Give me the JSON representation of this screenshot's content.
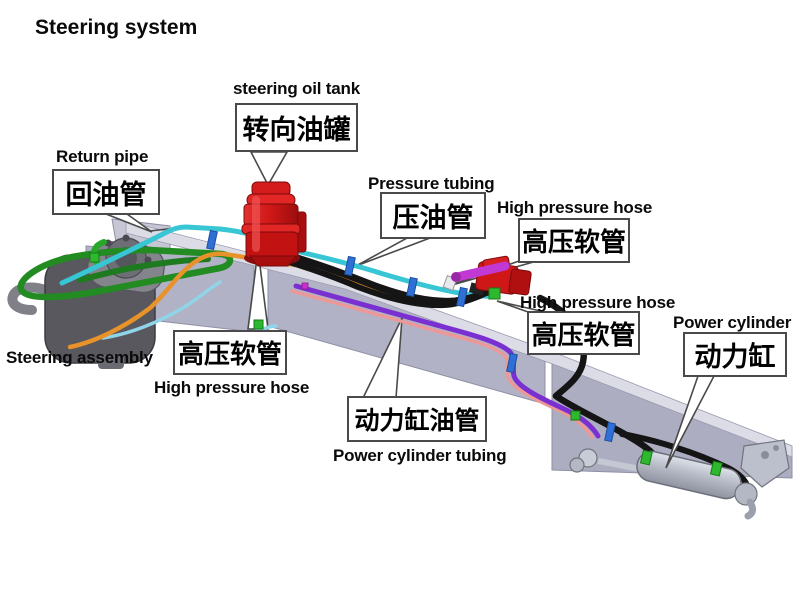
{
  "title": "Steering system",
  "labels": {
    "steering_oil_tank": {
      "en": "steering oil tank",
      "zh": "转向油罐"
    },
    "return_pipe": {
      "en": "Return pipe",
      "zh": "回油管"
    },
    "pressure_tubing": {
      "en": "Pressure tubing",
      "zh": "压油管"
    },
    "high_pressure_hose_top": {
      "en": "High pressure hose",
      "zh": "高压软管"
    },
    "high_pressure_hose_right": {
      "en": "High pressure hose",
      "zh": "高压软管"
    },
    "high_pressure_hose_left": {
      "en": "High pressure hose",
      "zh": "高压软管"
    },
    "power_cylinder": {
      "en": "Power cylinder",
      "zh": "动力缸"
    },
    "power_cylinder_tubing": {
      "en": "Power cylinder tubing",
      "zh": "动力缸油管"
    },
    "steering_assembly": {
      "en": "Steering assembly"
    }
  },
  "colors": {
    "tank_red": "#cf1717",
    "valve_red": "#b01010",
    "pipe_green": "#228b22",
    "pipe_cyan": "#38c6d4",
    "pipe_orange": "#e8922a",
    "pipe_purple": "#7a2fd0",
    "pipe_pink": "#ec9898",
    "hose_black": "#151515",
    "clamp_blue": "#2f6fd6",
    "fitting_green": "#2eb82e",
    "frame_gray": "#b2b2c6",
    "callout_border": "#4a4a4a"
  }
}
